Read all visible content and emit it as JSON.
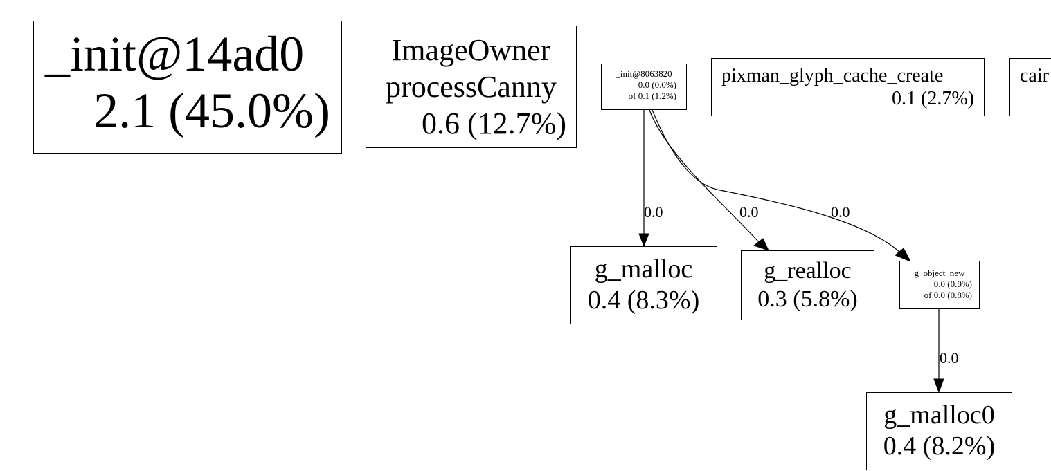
{
  "nodes": {
    "init_14ad0": {
      "name": "_init@14ad0",
      "stats": "2.1 (45.0%)"
    },
    "image_owner": {
      "name_1": "ImageOwner",
      "name_2": "processCanny",
      "stats": "0.6 (12.7%)"
    },
    "init_8063820": {
      "name": "_init@8063820",
      "self": "0.0 (0.0%)",
      "cumulative": "of 0.1 (1.2%)"
    },
    "pixman": {
      "name": "pixman_glyph_cache_create",
      "stats": "0.1 (2.7%)"
    },
    "cairo_partial": {
      "name": "cair"
    },
    "g_malloc": {
      "name": "g_malloc",
      "stats": "0.4 (8.3%)"
    },
    "g_realloc": {
      "name": "g_realloc",
      "stats": "0.3 (5.8%)"
    },
    "g_object_new": {
      "name": "g_object_new",
      "self": "0.0 (0.0%)",
      "cumulative": "of 0.0 (0.8%)"
    },
    "g_malloc0": {
      "name": "g_malloc0",
      "stats": "0.4 (8.2%)"
    }
  },
  "edges": {
    "init_to_g_malloc": "0.0",
    "init_to_g_realloc": "0.0",
    "init_to_g_object_new": "0.0",
    "g_object_new_to_g_malloc0": "0.0"
  }
}
